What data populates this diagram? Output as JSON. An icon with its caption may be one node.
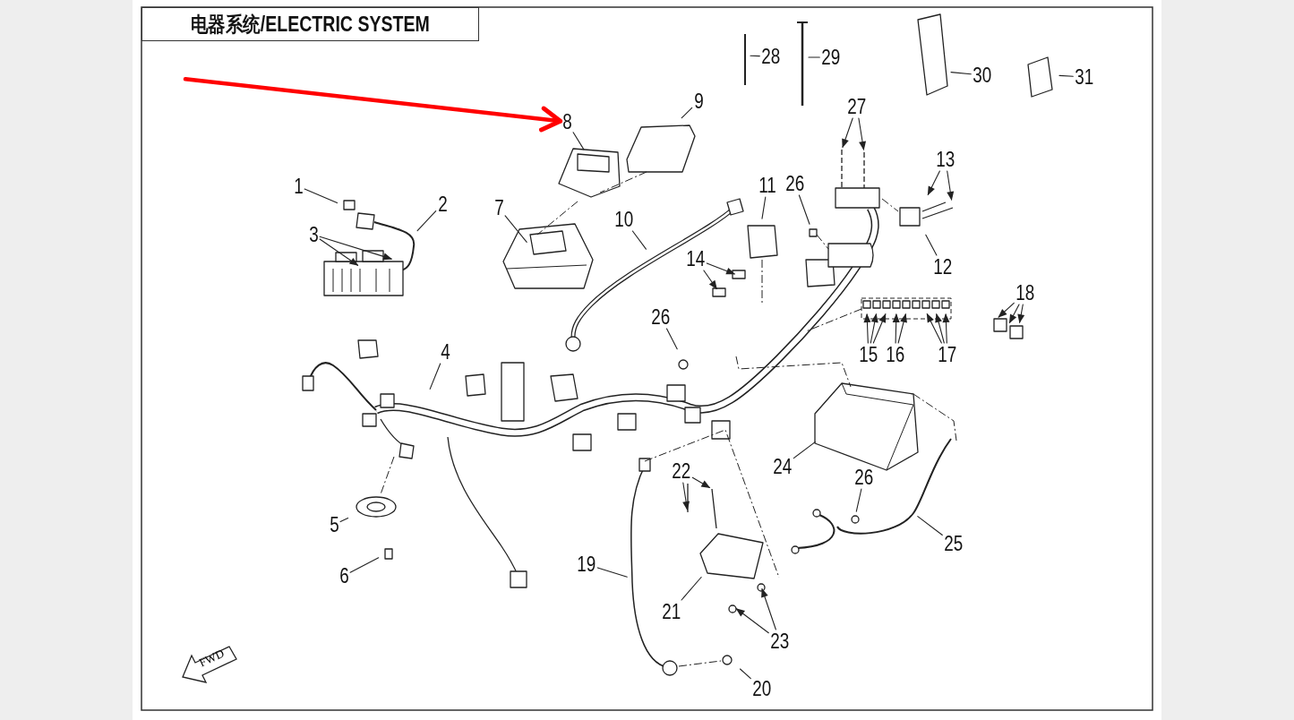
{
  "diagram": {
    "nodes": [
      {
        "text": [
          "电器系统/ELECTRIC SYSTEM"
        ]
      },
      {
        "text": [
          "1"
        ]
      },
      {
        "text": [
          "2"
        ]
      },
      {
        "text": [
          "3"
        ]
      },
      {
        "text": [
          "4"
        ]
      },
      {
        "text": [
          "5"
        ]
      },
      {
        "text": [
          "6"
        ]
      },
      {
        "text": [
          "7"
        ]
      },
      {
        "text": [
          "8"
        ]
      },
      {
        "text": [
          "9"
        ]
      },
      {
        "text": [
          "10"
        ]
      },
      {
        "text": [
          "11"
        ]
      },
      {
        "text": [
          "12"
        ]
      },
      {
        "text": [
          "13"
        ]
      },
      {
        "text": [
          "14"
        ]
      },
      {
        "text": [
          "15"
        ]
      },
      {
        "text": [
          "16"
        ]
      },
      {
        "text": [
          "17"
        ]
      },
      {
        "text": [
          "18"
        ]
      },
      {
        "text": [
          "19"
        ]
      },
      {
        "text": [
          "20"
        ]
      },
      {
        "text": [
          "21"
        ]
      },
      {
        "text": [
          "22"
        ]
      },
      {
        "text": [
          "23"
        ]
      },
      {
        "text": [
          "24"
        ]
      },
      {
        "text": [
          "25"
        ]
      },
      {
        "text": [
          "26"
        ]
      },
      {
        "text": [
          "27"
        ]
      },
      {
        "text": [
          "28"
        ]
      },
      {
        "text": [
          "29"
        ]
      },
      {
        "text": [
          "30"
        ]
      },
      {
        "text": [
          "31"
        ]
      },
      {
        "text": [
          "26"
        ]
      },
      {
        "text": [
          "26"
        ]
      },
      {
        "text": [
          "FWD"
        ]
      }
    ],
    "edges": [
      {
        "from": 1,
        "to": null,
        "arrow": "none"
      },
      {
        "from": 2,
        "to": null,
        "arrow": "none"
      },
      {
        "from": 3,
        "to": null,
        "arrow": "to"
      },
      {
        "from": 3,
        "to": null,
        "arrow": "to"
      },
      {
        "from": 4,
        "to": null,
        "arrow": "none"
      },
      {
        "from": 5,
        "to": null,
        "arrow": "none"
      },
      {
        "from": 6,
        "to": null,
        "arrow": "none"
      },
      {
        "from": 7,
        "to": null,
        "arrow": "none"
      },
      {
        "from": 8,
        "to": null,
        "arrow": "none"
      },
      {
        "from": 9,
        "to": null,
        "arrow": "none"
      },
      {
        "from": 10,
        "to": null,
        "arrow": "none"
      },
      {
        "from": 11,
        "to": null,
        "arrow": "none"
      },
      {
        "from": 12,
        "to": null,
        "arrow": "none"
      },
      {
        "from": 13,
        "to": null,
        "arrow": "to"
      },
      {
        "from": 13,
        "to": null,
        "arrow": "to"
      },
      {
        "from": 14,
        "to": null,
        "arrow": "to"
      },
      {
        "from": 14,
        "to": null,
        "arrow": "to"
      },
      {
        "from": 15,
        "to": null,
        "arrow": "to"
      },
      {
        "from": 15,
        "to": null,
        "arrow": "to"
      },
      {
        "from": 15,
        "to": null,
        "arrow": "to"
      },
      {
        "from": 16,
        "to": null,
        "arrow": "to"
      },
      {
        "from": 16,
        "to": null,
        "arrow": "to"
      },
      {
        "from": 17,
        "to": null,
        "arrow": "to"
      },
      {
        "from": 17,
        "to": null,
        "arrow": "to"
      },
      {
        "from": 17,
        "to": null,
        "arrow": "to"
      },
      {
        "from": 18,
        "to": null,
        "arrow": "to"
      },
      {
        "from": 18,
        "to": null,
        "arrow": "to"
      },
      {
        "from": 18,
        "to": null,
        "arrow": "to"
      },
      {
        "from": 19,
        "to": null,
        "arrow": "none"
      },
      {
        "from": 20,
        "to": null,
        "arrow": "none"
      },
      {
        "from": 21,
        "to": null,
        "arrow": "none"
      },
      {
        "from": 22,
        "to": null,
        "arrow": "to"
      },
      {
        "from": 22,
        "to": null,
        "arrow": "to"
      },
      {
        "from": 23,
        "to": null,
        "arrow": "to"
      },
      {
        "from": 23,
        "to": null,
        "arrow": "to"
      },
      {
        "from": 24,
        "to": null,
        "arrow": "none"
      },
      {
        "from": 25,
        "to": null,
        "arrow": "none"
      },
      {
        "from": 26,
        "to": null,
        "arrow": "none"
      },
      {
        "from": 27,
        "to": null,
        "arrow": "to"
      },
      {
        "from": 27,
        "to": null,
        "arrow": "to"
      },
      {
        "from": 28,
        "to": null,
        "arrow": "none"
      },
      {
        "from": 29,
        "to": null,
        "arrow": "none"
      },
      {
        "from": 30,
        "to": null,
        "arrow": "none"
      },
      {
        "from": 31,
        "to": null,
        "arrow": "none"
      },
      {
        "from": 32,
        "to": null,
        "arrow": "none"
      },
      {
        "from": 33,
        "to": null,
        "arrow": "none"
      },
      {
        "from": null,
        "to": 8,
        "arrow": "to",
        "style": "thick",
        "color": "#ff0000"
      }
    ]
  }
}
